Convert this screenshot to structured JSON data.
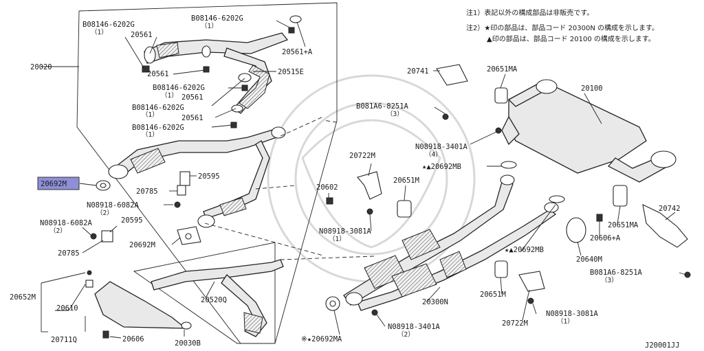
{
  "notes": {
    "note1": "注1）表記以外の構成部品は非販売です。",
    "note2a": "注2）★印の部品は、部品コード 20300N の構成を示します。",
    "note2b": "▲印の部品は、部品コード 20100 の構成を示します。"
  },
  "diagram_id": "J20001JJ",
  "labels": {
    "p20020": "20020",
    "b08146_a": "B08146-6202G",
    "b08146_a_qty": "（1）",
    "p20561_a": "20561",
    "b08146_b": "B08146-6202G",
    "b08146_b_qty": "（1）",
    "p20561A": "20561+A",
    "p20515E": "20515E",
    "p20561_b": "20561",
    "b08146_c": "B08146-6202G",
    "b08146_c_qty": "（1）",
    "p20561_c": "20561",
    "b08146_d": "B08146-6202G",
    "b08146_d_qty": "（1）",
    "p20561_d": "20561",
    "b08146_e": "B08146-6202G",
    "b08146_e_qty": "（1）",
    "p20692M_hl": "20692M",
    "p20595_a": "20595",
    "p20785_a": "20785",
    "n08918_6082A_a": "N08918-6082A",
    "n08918_6082A_a_qty": "（2）",
    "n08918_6082A_b": "N08918-6082A",
    "n08918_6082A_b_qty": "（2）",
    "p20595_b": "20595",
    "p20692M_b": "20692M",
    "p20785_b": "20785",
    "p20602": "20602",
    "p20652M": "20652M",
    "p20610": "20610",
    "p20711Q": "20711Q",
    "p20606": "20606",
    "p20030B": "20030B",
    "p20520Q": "20520Q",
    "p20741": "20741",
    "p20651MA_a": "20651MA",
    "p20100": "20100",
    "b081A6_a": "B081A6-8251A",
    "b081A6_a_qty": "（3）",
    "n08918_3401A_a": "N08918-3401A",
    "n08918_3401A_a_qty": "（4）",
    "p20692MB_a": "★▲20692MB",
    "p20722M_a": "20722M",
    "p20651M_a": "20651M",
    "n08918_3081A_a": "N08918-3081A",
    "n08918_3081A_a_qty": "（1）",
    "p20742": "20742",
    "p20651MA_b": "20651MA",
    "p20606A": "20606+A",
    "p20692MB_b": "★▲20692MB",
    "p20640M": "20640M",
    "b081A6_b": "B081A6-8251A",
    "b081A6_b_qty": "（3）",
    "p20651M_b": "20651M",
    "p20300N": "20300N",
    "n08918_3081A_b": "N08918-3081A",
    "n08918_3081A_b_qty": "（1）",
    "p20722M_b": "20722M",
    "n08918_3401A_b": "N08918-3401A",
    "n08918_3401A_b_qty": "（2）",
    "p20692MA": "※★20692MA"
  },
  "colors": {
    "highlight": "#8f8fd6",
    "line": "#222222",
    "fill": "#e9e9e9"
  }
}
